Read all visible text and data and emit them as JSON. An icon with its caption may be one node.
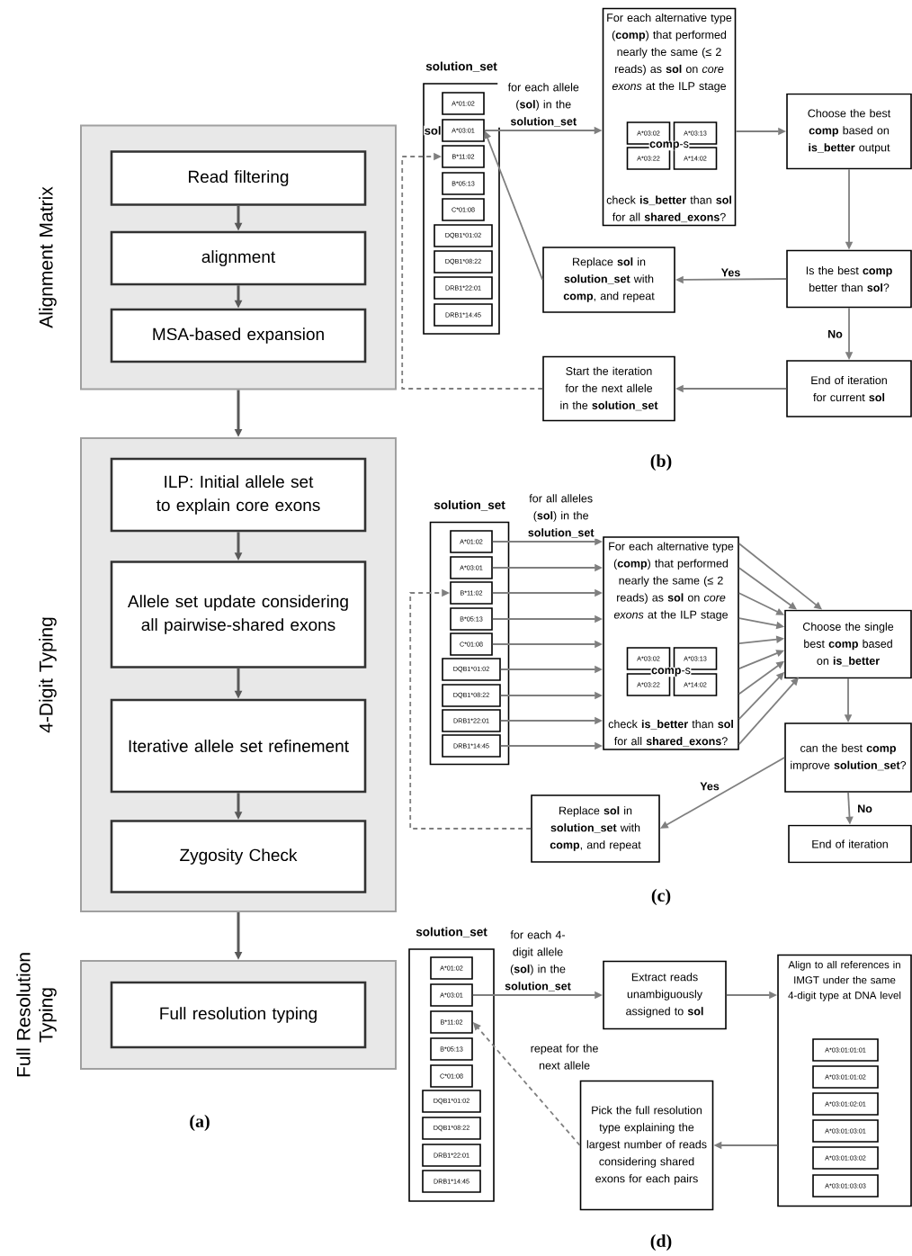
{
  "diagram": {
    "nodes": [
      {
        "text": [
          "Alignment Matrix"
        ]
      },
      {
        "text": [
          "Read filtering"
        ],
        "in": 0
      },
      {
        "text": [
          "alignment"
        ],
        "in": 0
      },
      {
        "text": [
          "MSA-based expansion"
        ],
        "in": 0
      },
      {
        "text": [
          "4-Digit Typing"
        ]
      },
      {
        "text": [
          "ILP: Initial allele set to explain core exons"
        ],
        "in": 4
      },
      {
        "text": [
          "Allele set update considering all pairwise-shared exons"
        ],
        "in": 4
      },
      {
        "text": [
          "Iterative allele set refinement"
        ],
        "in": 4
      },
      {
        "text": [
          "Zygosity Check"
        ],
        "in": 4
      },
      {
        "text": [
          "Full Resolution Typing"
        ]
      },
      {
        "text": [
          "Full resolution typing"
        ],
        "in": 9
      },
      {
        "text": [
          "solution_set"
        ]
      },
      {
        "text": [
          "A*01:02"
        ],
        "in": 11
      },
      {
        "text": [
          "A*03:01"
        ],
        "in": 11,
        "beside": [
          "sol"
        ]
      },
      {
        "text": [
          "B*11:02"
        ],
        "in": 11
      },
      {
        "text": [
          "B*05:13"
        ],
        "in": 11
      },
      {
        "text": [
          "C*01:08"
        ],
        "in": 11
      },
      {
        "text": [
          "DQB1*01:02"
        ],
        "in": 11
      },
      {
        "text": [
          "DQB1*08:22"
        ],
        "in": 11
      },
      {
        "text": [
          "DRB1*22:01"
        ],
        "in": 11
      },
      {
        "text": [
          "DRB1*14:45"
        ],
        "in": 11
      },
      {
        "text": [
          "For each alternative type (**comp**) that performed nearly the same (≤ 2 reads) as **sol** on *core exons* at the ILP stage",
          "**comp**-s",
          "check **is_better** than **sol** for all **shared_exons**?"
        ]
      },
      {
        "text": [
          "A*03:02"
        ],
        "in": 21
      },
      {
        "text": [
          "A*03:13"
        ],
        "in": 21
      },
      {
        "text": [
          "A*03:22"
        ],
        "in": 21
      },
      {
        "text": [
          "A*14:02"
        ],
        "in": 21
      },
      {
        "text": [
          "Choose the best **comp** based on **is_better** output"
        ]
      },
      {
        "text": [
          "Is the best **comp** better than **sol**?"
        ]
      },
      {
        "text": [
          "Replace **sol** in **solution_set** with **comp**, and repeat"
        ]
      },
      {
        "text": [
          "End of iteration for current **sol**"
        ]
      },
      {
        "text": [
          "Start the iteration for the next allele in the **solution_set**"
        ]
      },
      {
        "text": [
          "solution_set"
        ]
      },
      {
        "text": [
          "A*01:02"
        ],
        "in": 31
      },
      {
        "text": [
          "A*03:01"
        ],
        "in": 31
      },
      {
        "text": [
          "B*11:02"
        ],
        "in": 31
      },
      {
        "text": [
          "B*05:13"
        ],
        "in": 31
      },
      {
        "text": [
          "C*01:08"
        ],
        "in": 31
      },
      {
        "text": [
          "DQB1*01:02"
        ],
        "in": 31
      },
      {
        "text": [
          "DQB1*08:22"
        ],
        "in": 31
      },
      {
        "text": [
          "DRB1*22:01"
        ],
        "in": 31
      },
      {
        "text": [
          "DRB1*14:45"
        ],
        "in": 31
      },
      {
        "text": [
          "For each alternative type (**comp**) that performed nearly the same (≤ 2 reads) as **sol** on *core exons* at the ILP stage",
          "**comp**-s",
          "check **is_better** than **sol** for all **shared_exons**?"
        ]
      },
      {
        "text": [
          "A*03:02"
        ],
        "in": 41
      },
      {
        "text": [
          "A*03:13"
        ],
        "in": 41
      },
      {
        "text": [
          "A*03:22"
        ],
        "in": 41
      },
      {
        "text": [
          "A*14:02"
        ],
        "in": 41
      },
      {
        "text": [
          "Choose the single best **comp** based on **is_better**"
        ]
      },
      {
        "text": [
          "can the best **comp** improve **solution_set**?"
        ]
      },
      {
        "text": [
          "End of iteration"
        ]
      },
      {
        "text": [
          "Replace **sol** in **solution_set** with **comp**, and repeat"
        ]
      },
      {
        "text": [
          "solution_set"
        ]
      },
      {
        "text": [
          "A*01:02"
        ],
        "in": 50
      },
      {
        "text": [
          "A*03:01"
        ],
        "in": 50
      },
      {
        "text": [
          "B*11:02"
        ],
        "in": 50
      },
      {
        "text": [
          "B*05:13"
        ],
        "in": 50
      },
      {
        "text": [
          "C*01:08"
        ],
        "in": 50
      },
      {
        "text": [
          "DQB1*01:02"
        ],
        "in": 50
      },
      {
        "text": [
          "DQB1*08:22"
        ],
        "in": 50
      },
      {
        "text": [
          "DRB1*22:01"
        ],
        "in": 50
      },
      {
        "text": [
          "DRB1*14:45"
        ],
        "in": 50
      },
      {
        "text": [
          "Extract reads unambiguously assigned to **sol**"
        ]
      },
      {
        "text": [
          "Align to all references in IMGT under the same 4-digit type at DNA level"
        ]
      },
      {
        "text": [
          "A*03:01:01:01"
        ],
        "in": 61
      },
      {
        "text": [
          "A*03:01:01:02"
        ],
        "in": 61
      },
      {
        "text": [
          "A*03:01:02:01"
        ],
        "in": 61
      },
      {
        "text": [
          "A*03:01:03:01"
        ],
        "in": 61
      },
      {
        "text": [
          "A*03:01:03:02"
        ],
        "in": 61
      },
      {
        "text": [
          "A*03:01:03:03"
        ],
        "in": 61
      },
      {
        "text": [
          "Pick the full resolution type explaining the largest number of reads considering shared exons for each pairs"
        ]
      }
    ],
    "edges": [
      {
        "from": 1,
        "to": 2,
        "arrow": "to",
        "color": "#595959"
      },
      {
        "from": 2,
        "to": 3,
        "arrow": "to",
        "color": "#595959"
      },
      {
        "from": 0,
        "to": 4,
        "arrow": "to",
        "color": "#595959"
      },
      {
        "from": 5,
        "to": 6,
        "arrow": "to",
        "color": "#595959"
      },
      {
        "from": 6,
        "to": 7,
        "arrow": "to",
        "color": "#595959"
      },
      {
        "from": 7,
        "to": 8,
        "arrow": "to",
        "color": "#595959"
      },
      {
        "from": 4,
        "to": 9,
        "arrow": "to",
        "color": "#595959"
      },
      {
        "from": 13,
        "to": 21,
        "arrow": "to",
        "label": "for each allele (**sol**) in the **solution_set**"
      },
      {
        "from": 21,
        "to": 26,
        "arrow": "to"
      },
      {
        "from": 26,
        "to": 27,
        "arrow": "to"
      },
      {
        "from": 27,
        "to": 28,
        "arrow": "to",
        "label": "Yes"
      },
      {
        "from": 28,
        "to": 13,
        "arrow": "to"
      },
      {
        "from": 27,
        "to": 29,
        "arrow": "to",
        "label": "No"
      },
      {
        "from": 29,
        "to": 30,
        "arrow": "to"
      },
      {
        "from": 30,
        "to": 14,
        "arrow": "to",
        "style": "dashed"
      },
      {
        "from": 32,
        "to": 41,
        "arrow": "to",
        "label": "for all alleles (**sol**) in the **solution_set**"
      },
      {
        "from": 33,
        "to": 41,
        "arrow": "to"
      },
      {
        "from": 34,
        "to": 41,
        "arrow": "to"
      },
      {
        "from": 35,
        "to": 41,
        "arrow": "to"
      },
      {
        "from": 36,
        "to": 41,
        "arrow": "to"
      },
      {
        "from": 37,
        "to": 41,
        "arrow": "to"
      },
      {
        "from": 38,
        "to": 41,
        "arrow": "to"
      },
      {
        "from": 39,
        "to": 41,
        "arrow": "to"
      },
      {
        "from": 40,
        "to": 41,
        "arrow": "to"
      },
      {
        "from": 41,
        "to": 46,
        "arrow": "to"
      },
      {
        "from": 41,
        "to": 46,
        "arrow": "to"
      },
      {
        "from": 41,
        "to": 46,
        "arrow": "to"
      },
      {
        "from": 41,
        "to": 46,
        "arrow": "to"
      },
      {
        "from": 41,
        "to": 46,
        "arrow": "to"
      },
      {
        "from": 41,
        "to": 46,
        "arrow": "to"
      },
      {
        "from": 41,
        "to": 46,
        "arrow": "to"
      },
      {
        "from": 41,
        "to": 46,
        "arrow": "to"
      },
      {
        "from": 41,
        "to": 46,
        "arrow": "to"
      },
      {
        "from": 46,
        "to": 47,
        "arrow": "to"
      },
      {
        "from": 47,
        "to": 49,
        "arrow": "to",
        "label": "Yes"
      },
      {
        "from": 47,
        "to": 48,
        "arrow": "to",
        "label": "No"
      },
      {
        "from": 49,
        "to": 34,
        "arrow": "to",
        "style": "dashed"
      },
      {
        "from": 52,
        "to": 60,
        "arrow": "to",
        "label": "for each 4-digit allele (**sol**) in the **solution_set**"
      },
      {
        "from": 60,
        "to": 61,
        "arrow": "to"
      },
      {
        "from": 61,
        "to": 68,
        "arrow": "to"
      },
      {
        "from": 68,
        "to": 53,
        "arrow": "to",
        "style": "dashed",
        "label": "repeat for the next allele"
      }
    ],
    "labels": [
      "(a)",
      "(b)",
      "(c)",
      "(d)"
    ]
  }
}
